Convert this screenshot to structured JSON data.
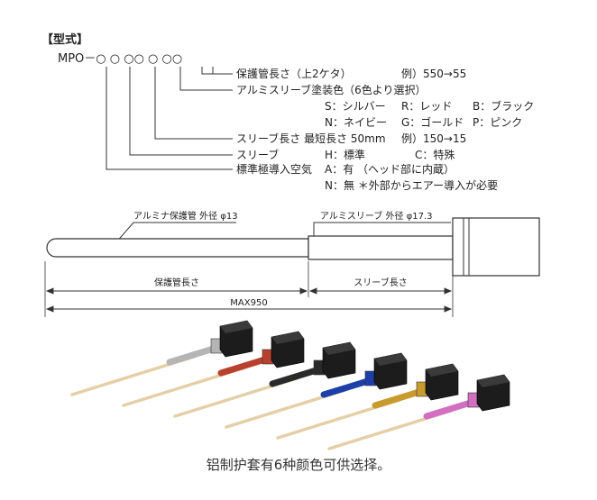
{
  "model": {
    "header": "【型式】",
    "code": "MPO－○ ○ ○○ ○ ○○",
    "lines": [
      {
        "label": "保護管長さ（上2ケタ）",
        "example": "例）550→55"
      },
      {
        "label": "アルミスリーブ塗装色（6色より選択）"
      },
      {
        "label": "スリーブ長さ 最短長さ 50mm",
        "example": "例）150→15"
      },
      {
        "label": "スリーブ"
      },
      {
        "label": "標準極導入空気"
      }
    ],
    "colors_row1": [
      "S：シルバー",
      "R：レッド",
      "B：ブラック"
    ],
    "colors_row2": [
      "N：ネイビー",
      "G：ゴールド",
      "P：ピンク"
    ],
    "sleeve_opts": [
      "H：標準",
      "C：特殊"
    ],
    "air_opts": [
      "A：有 （ヘッド部に内蔵）",
      "N：無 ＊外部からエアー導入が必要"
    ]
  },
  "drawing": {
    "tube_label": "アルミナ保護管 外径 φ13",
    "sleeve_label": "アルミスリーブ 外径 φ17.3",
    "dim_tube": "保護管長さ",
    "dim_sleeve": "スリーブ長さ",
    "dim_max": "MAX950"
  },
  "photo": {
    "products": [
      {
        "color": "#b5b5b5"
      },
      {
        "color": "#b8402f"
      },
      {
        "color": "#2a2a2a"
      },
      {
        "color": "#1f3fa8"
      },
      {
        "color": "#c99a2e"
      },
      {
        "color": "#d36fc0"
      }
    ]
  },
  "caption": "铝制护套有6种颜色可供选择。"
}
